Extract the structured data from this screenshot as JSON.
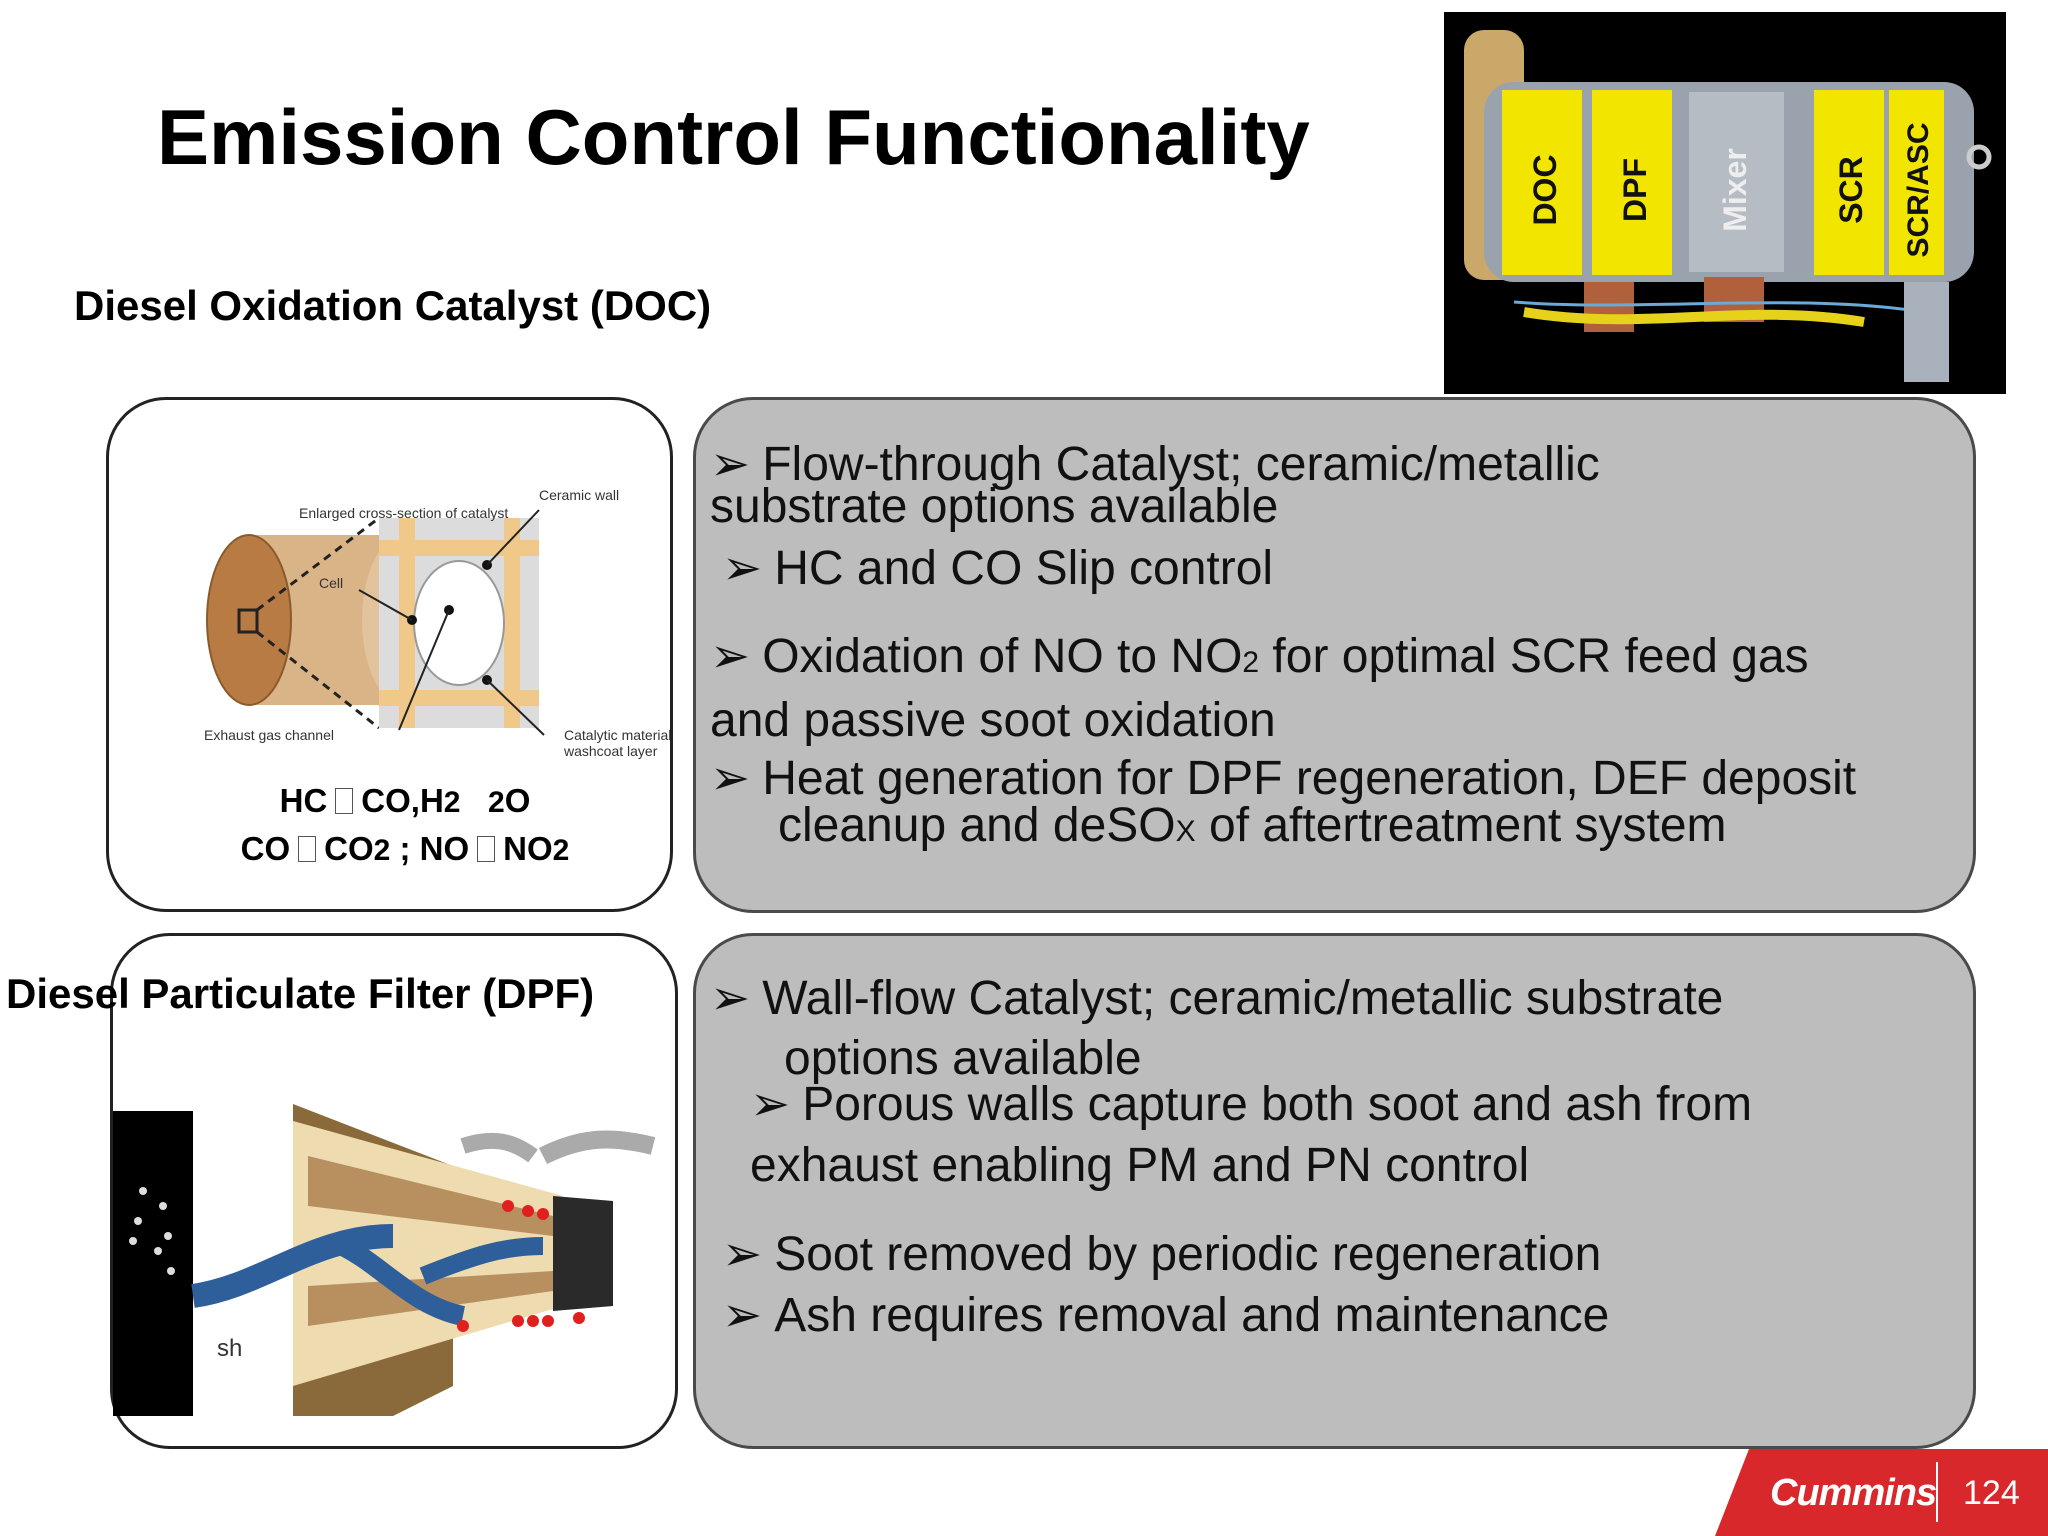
{
  "title": "Emission Control Functionality",
  "doc_section": {
    "heading": "Diesel Oxidation Catalyst (DOC)",
    "diagram_labels": {
      "enlarged": "Enlarged cross-section of catalyst",
      "ceramic_wall": "Ceramic wall",
      "cell": "Cell",
      "exhaust_channel": "Exhaust gas channel",
      "catalytic_material": "Catalytic material",
      "washcoat": "washcoat layer"
    },
    "equation_1": {
      "a": "HC",
      "b": "CO,H",
      "sub_b": "2",
      "c": "",
      "sub_c": "2",
      "d": "O"
    },
    "equation_2": {
      "a": "CO",
      "b": "CO",
      "sub_b": "2",
      "sep": " ; NO",
      "c": "NO",
      "sub_c": "2"
    },
    "bullets": {
      "b1_line1": "Flow-through Catalyst; ceramic/metallic",
      "b1_line2": "substrate options available",
      "b2": "HC and CO Slip control",
      "b3_pre": "Oxidation of NO to NO",
      "b3_sub": "2",
      "b3_post": " for optimal SCR feed gas",
      "b3_line2": "and passive soot oxidation",
      "b4_line1": "Heat generation for DPF regeneration, DEF deposit",
      "b4_line2_pre": "cleanup and deSO",
      "b4_line2_sub": "X",
      "b4_line2_post": " of aftertreatment system"
    }
  },
  "dpf_section": {
    "heading": "Diesel Particulate Filter (DPF)",
    "diagram_fragment": "sh",
    "bullets": {
      "b1_line1": "Wall-flow Catalyst; ceramic/metallic substrate",
      "b1_line2": "options available",
      "b2_line1": "Porous walls capture both soot and ash from",
      "b2_line2": "exhaust enabling PM   and PN control",
      "b3": "Soot removed by periodic regeneration",
      "b4": "Ash requires removal and maintenance"
    }
  },
  "bullet_mark": "➢",
  "aftertreatment_labels": [
    "DOC",
    "DPF",
    "Mixer",
    "SCR",
    "SCR/ASC"
  ],
  "footer": {
    "brand": "Cummins",
    "page_number": "124"
  },
  "colors": {
    "panel_gray": "#bdbdbd",
    "brand_red": "#d8282b",
    "label_yellow": "#f2e600"
  }
}
